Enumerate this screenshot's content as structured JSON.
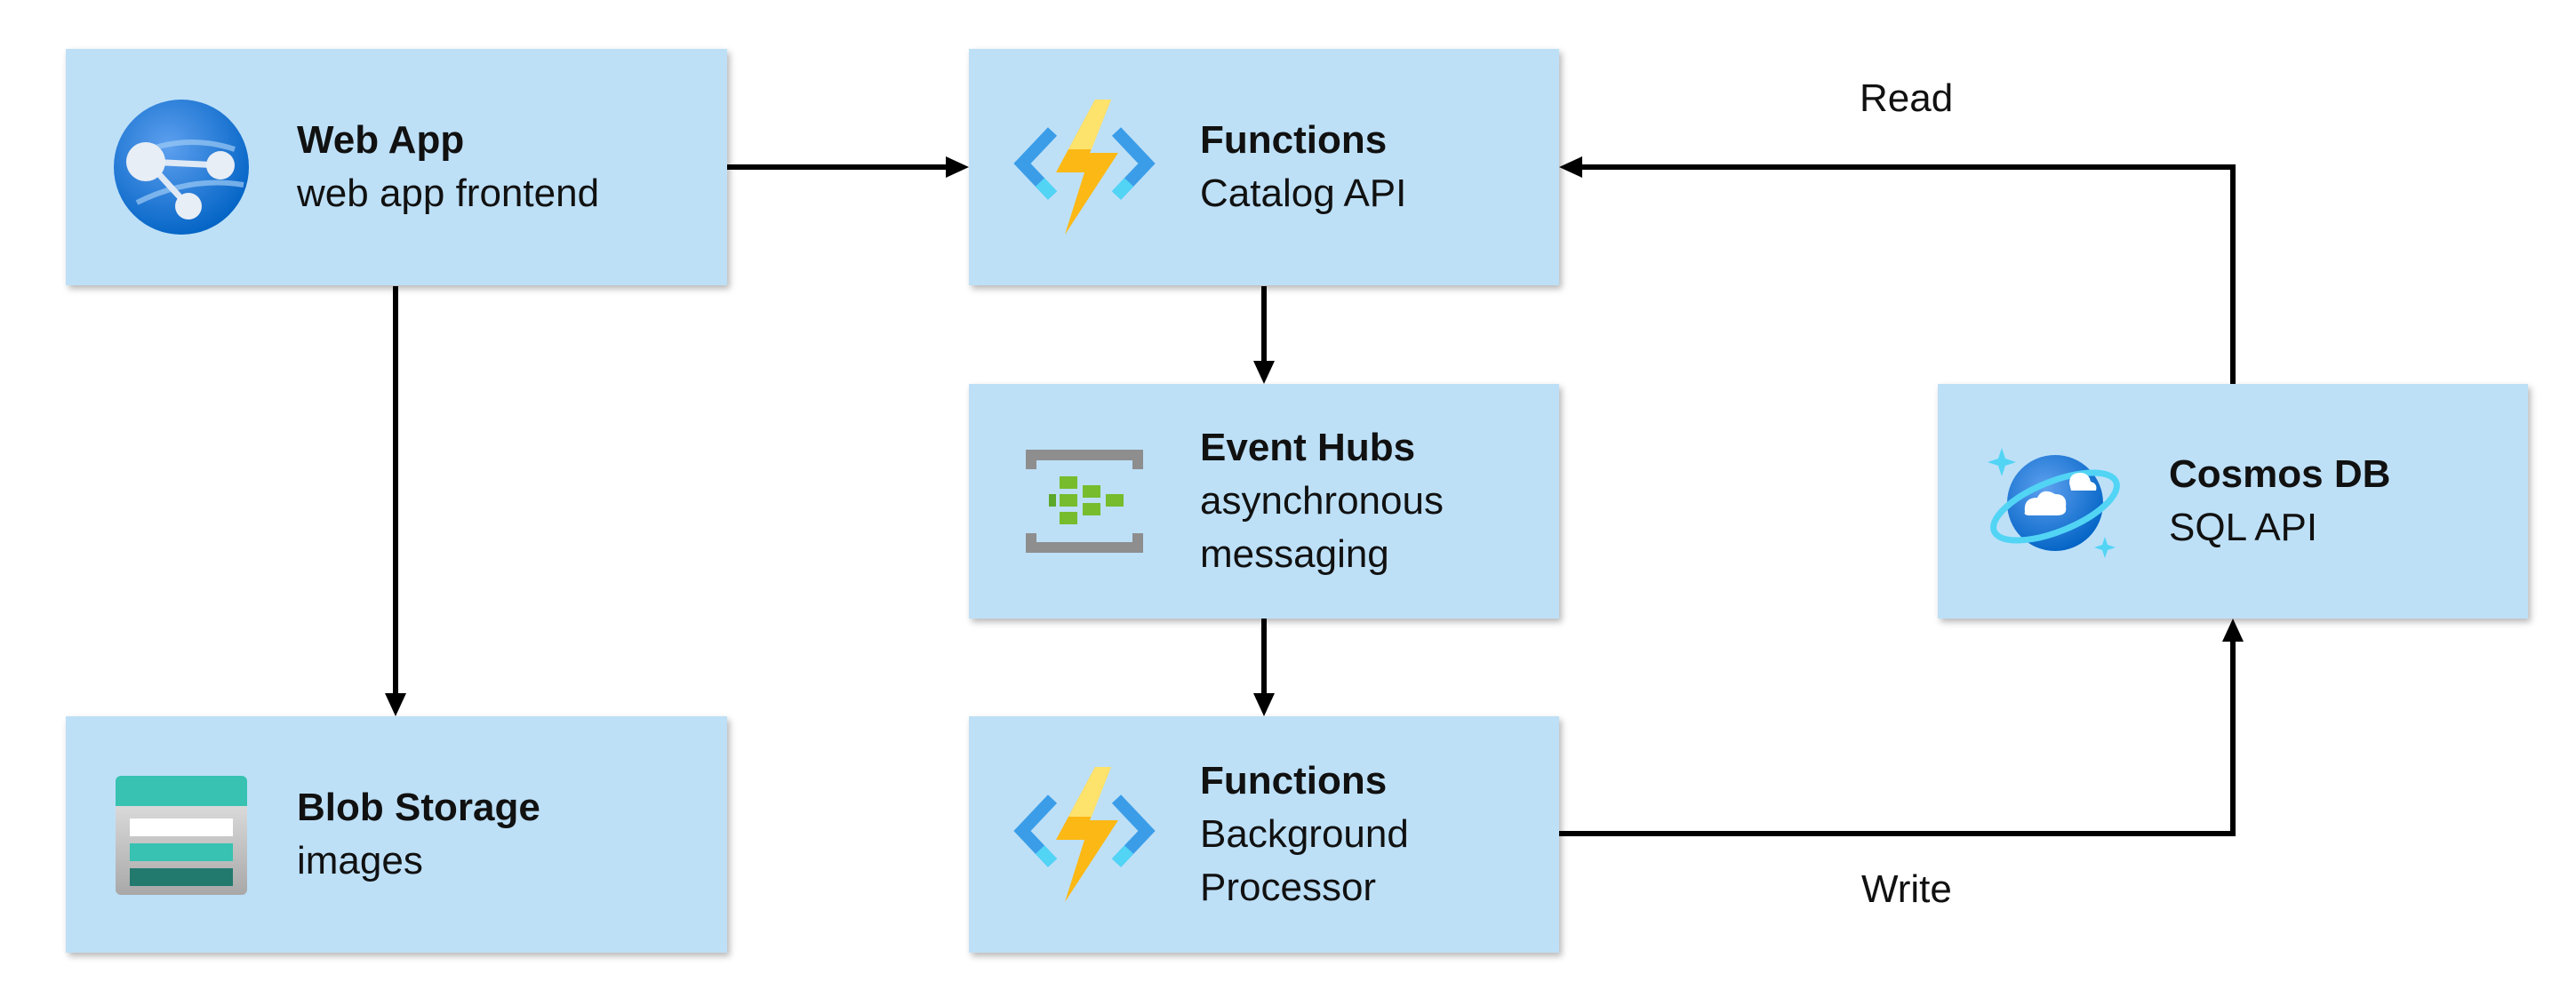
{
  "nodes": {
    "web_app": {
      "title": "Web App",
      "subtitle": "web app frontend",
      "icon": "web-app-icon"
    },
    "functions_catalog": {
      "title": "Functions",
      "subtitle": "Catalog API",
      "icon": "functions-icon"
    },
    "event_hubs": {
      "title": "Event Hubs",
      "subtitle": "asynchronous\nmessaging",
      "icon": "event-hubs-icon"
    },
    "functions_background": {
      "title": "Functions",
      "subtitle": "Background\nProcessor",
      "icon": "functions-icon"
    },
    "blob_storage": {
      "title": "Blob Storage",
      "subtitle": "images",
      "icon": "blob-storage-icon"
    },
    "cosmos_db": {
      "title": "Cosmos DB",
      "subtitle": "SQL API",
      "icon": "cosmos-db-icon"
    }
  },
  "edges": [
    {
      "from": "web_app",
      "to": "functions_catalog",
      "label": ""
    },
    {
      "from": "web_app",
      "to": "blob_storage",
      "label": ""
    },
    {
      "from": "functions_catalog",
      "to": "event_hubs",
      "label": ""
    },
    {
      "from": "event_hubs",
      "to": "functions_background",
      "label": ""
    },
    {
      "from": "cosmos_db",
      "to": "functions_catalog",
      "label": "Read"
    },
    {
      "from": "functions_background",
      "to": "cosmos_db",
      "label": "Write"
    }
  ],
  "colors": {
    "box_fill": "#bde0f7",
    "arrow": "#000000",
    "azure_blue": "#0078d4",
    "lightning": "#fcd116",
    "event_green": "#76bc2d",
    "storage_teal": "#37c2b1"
  }
}
